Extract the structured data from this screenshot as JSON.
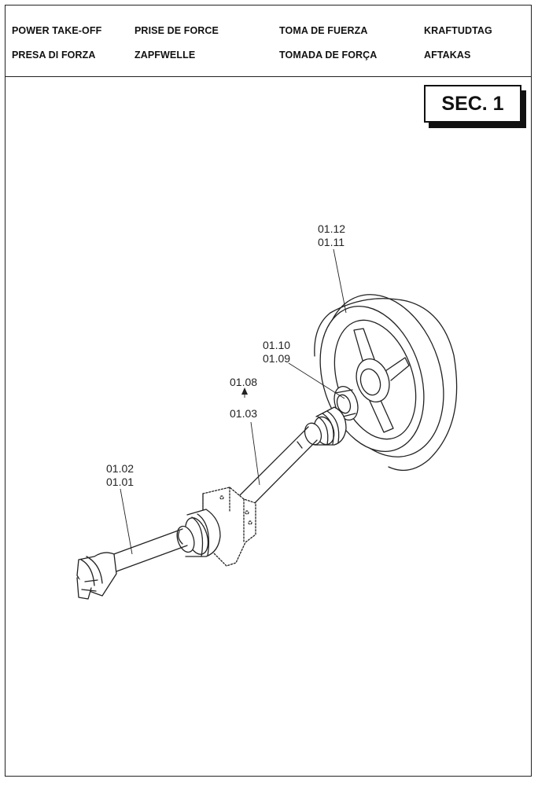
{
  "header": {
    "row1": [
      "POWER TAKE-OFF",
      "PRISE DE FORCE",
      "TOMA DE FUERZA",
      "KRAFTUDTAG"
    ],
    "row2": [
      "PRESA DI FORZA",
      "ZAPFWELLE",
      "TOMADA DE FORÇA",
      "AFTAKAS"
    ]
  },
  "section": {
    "label": "SEC. 1"
  },
  "callouts": {
    "wheel": [
      "01.12",
      "01.11"
    ],
    "hub": [
      "01.10",
      "01.09"
    ],
    "top": "01.08",
    "mid": "01.03",
    "lower": [
      "01.02",
      "01.01"
    ]
  }
}
